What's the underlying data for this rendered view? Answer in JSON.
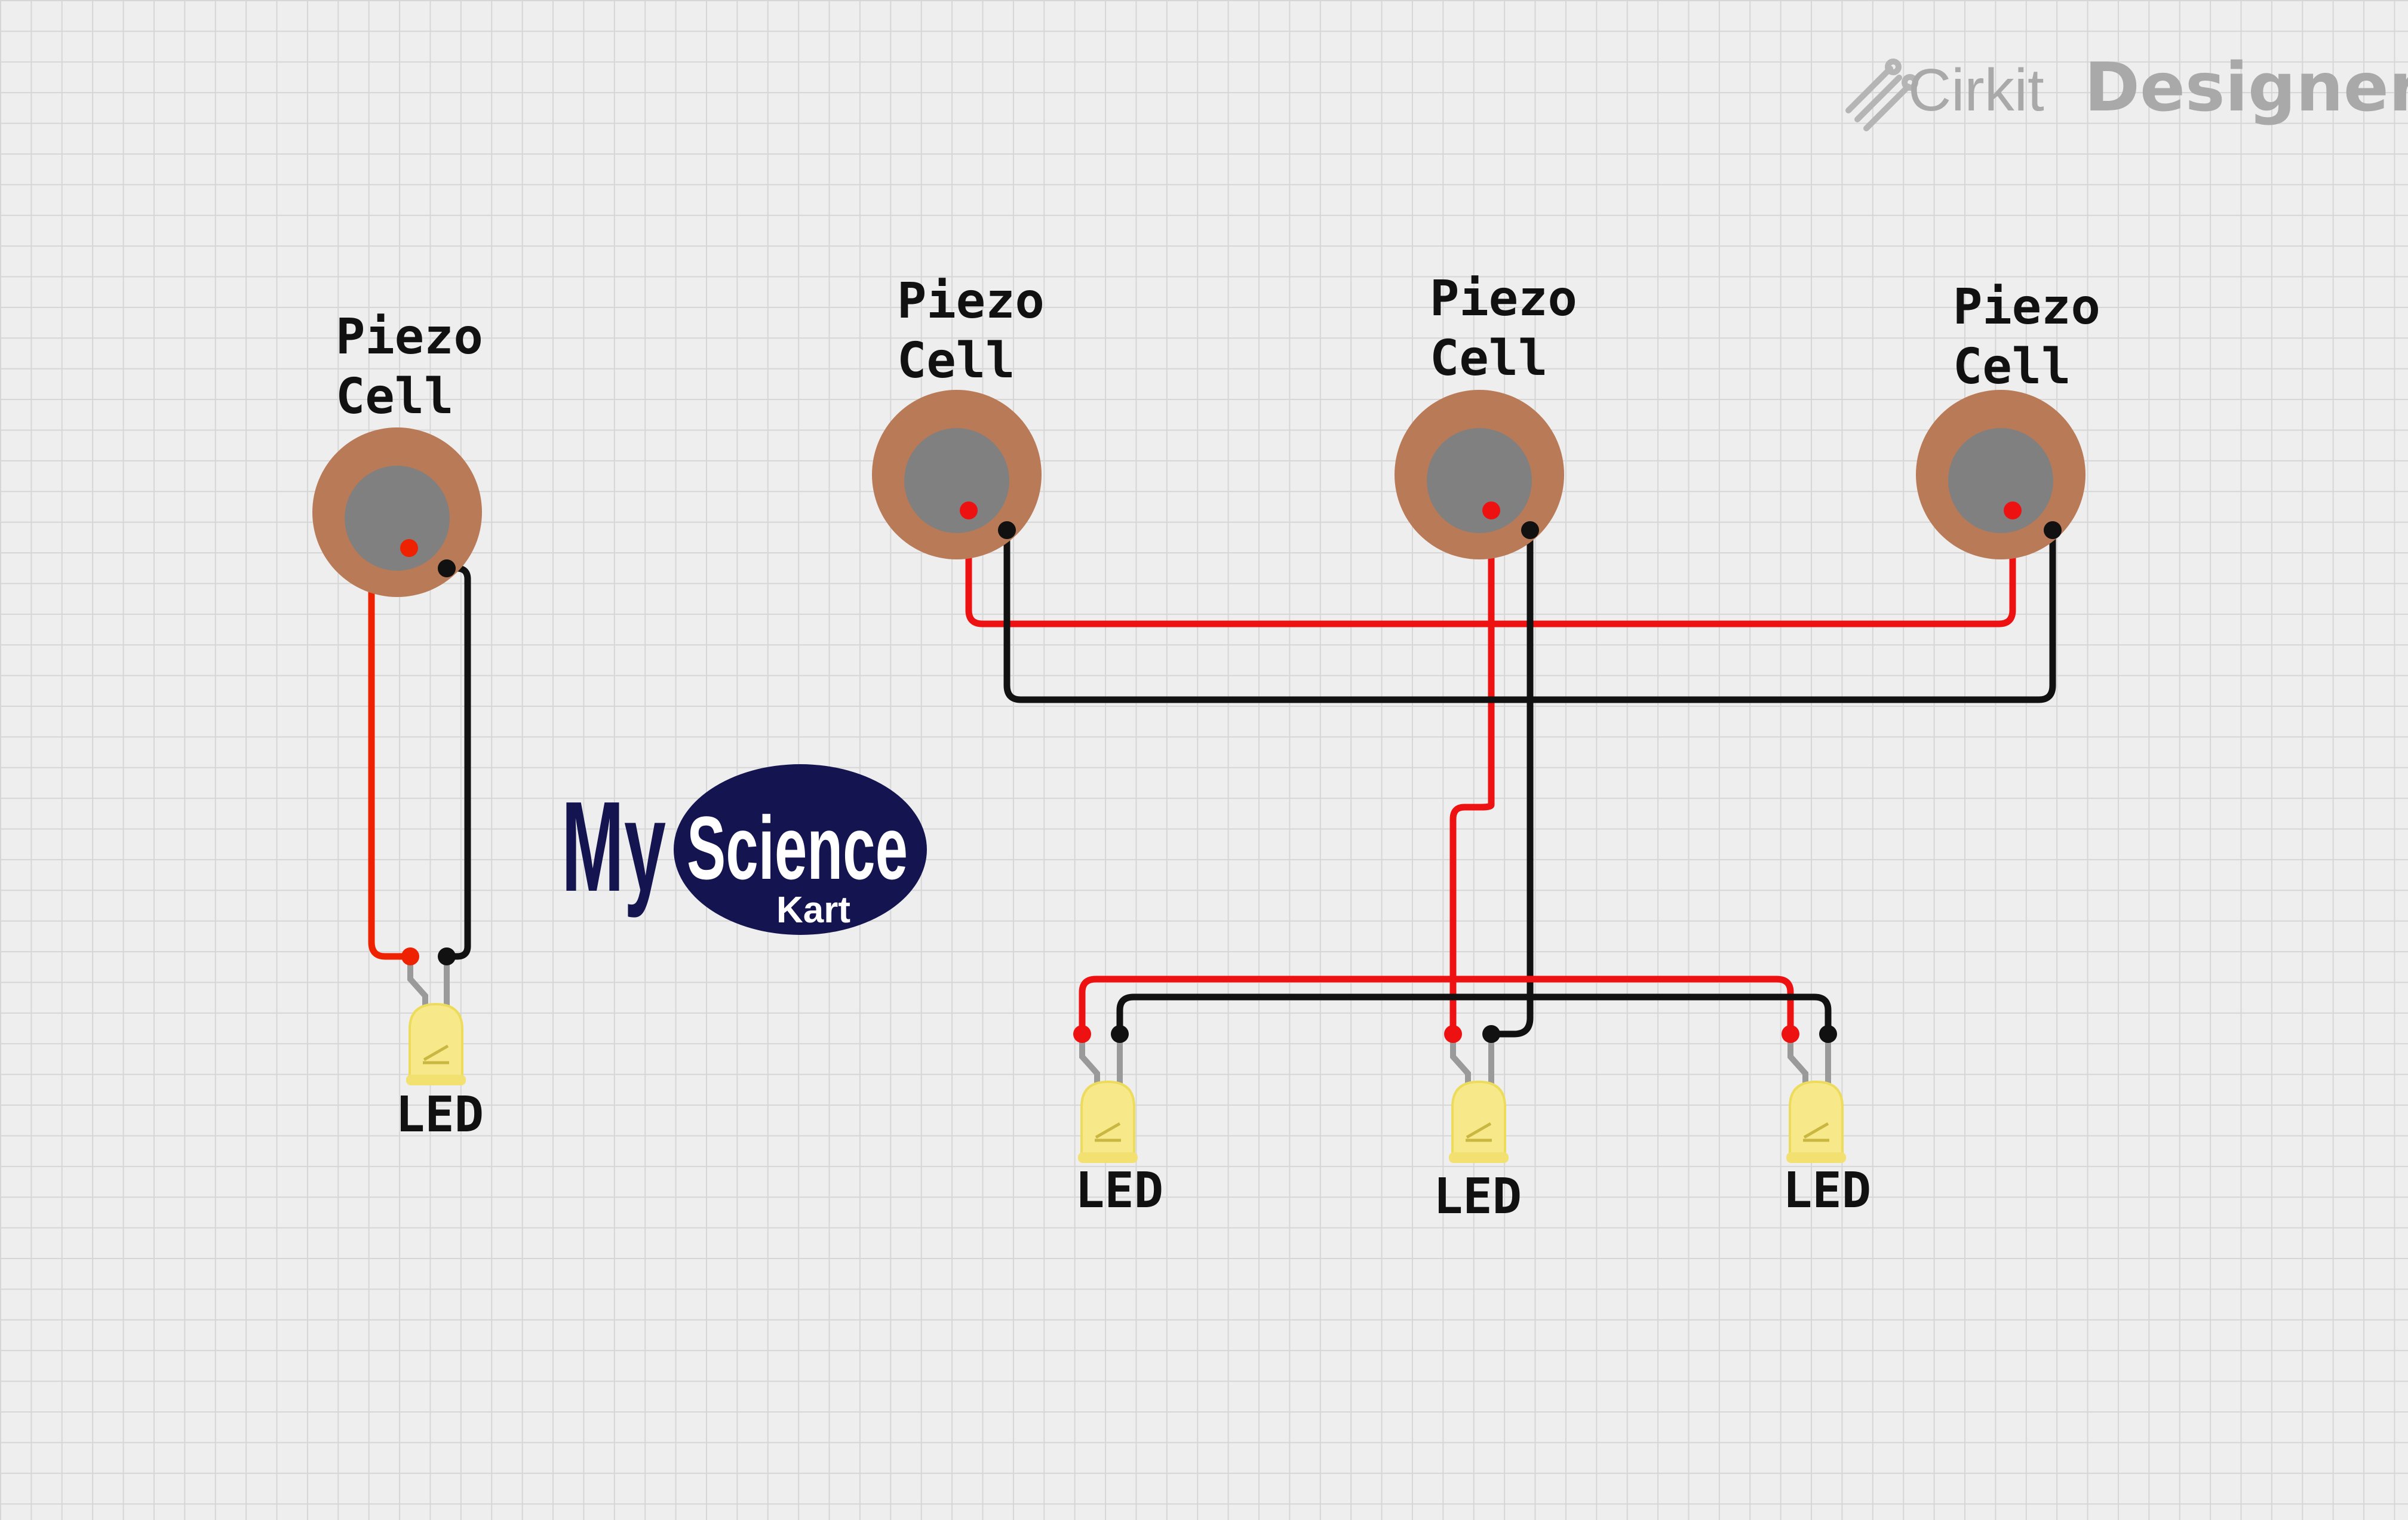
{
  "brand": {
    "part1": "Cirkit",
    "part2": "Designer",
    "icon": "circuit-traces-icon"
  },
  "logo": {
    "part1": "My",
    "part2": "Science",
    "part3": "Kart"
  },
  "components": {
    "piezo_1": {
      "line1": "Piezo",
      "line2": "Cell"
    },
    "piezo_2": {
      "line1": "Piezo",
      "line2": "Cell"
    },
    "piezo_3": {
      "line1": "Piezo",
      "line2": "Cell"
    },
    "piezo_4": {
      "line1": "Piezo",
      "line2": "Cell"
    },
    "led_1": {
      "label": "LED"
    },
    "led_2": {
      "label": "LED"
    },
    "led_3": {
      "label": "LED"
    },
    "led_4": {
      "label": "LED"
    }
  },
  "colors": {
    "positive_wire": "#ee1111",
    "negative_wire": "#111111",
    "piezo_rim": "#b97a57",
    "piezo_core": "#808080",
    "led_body": "#f7e98a",
    "logo_navy": "#141450"
  }
}
